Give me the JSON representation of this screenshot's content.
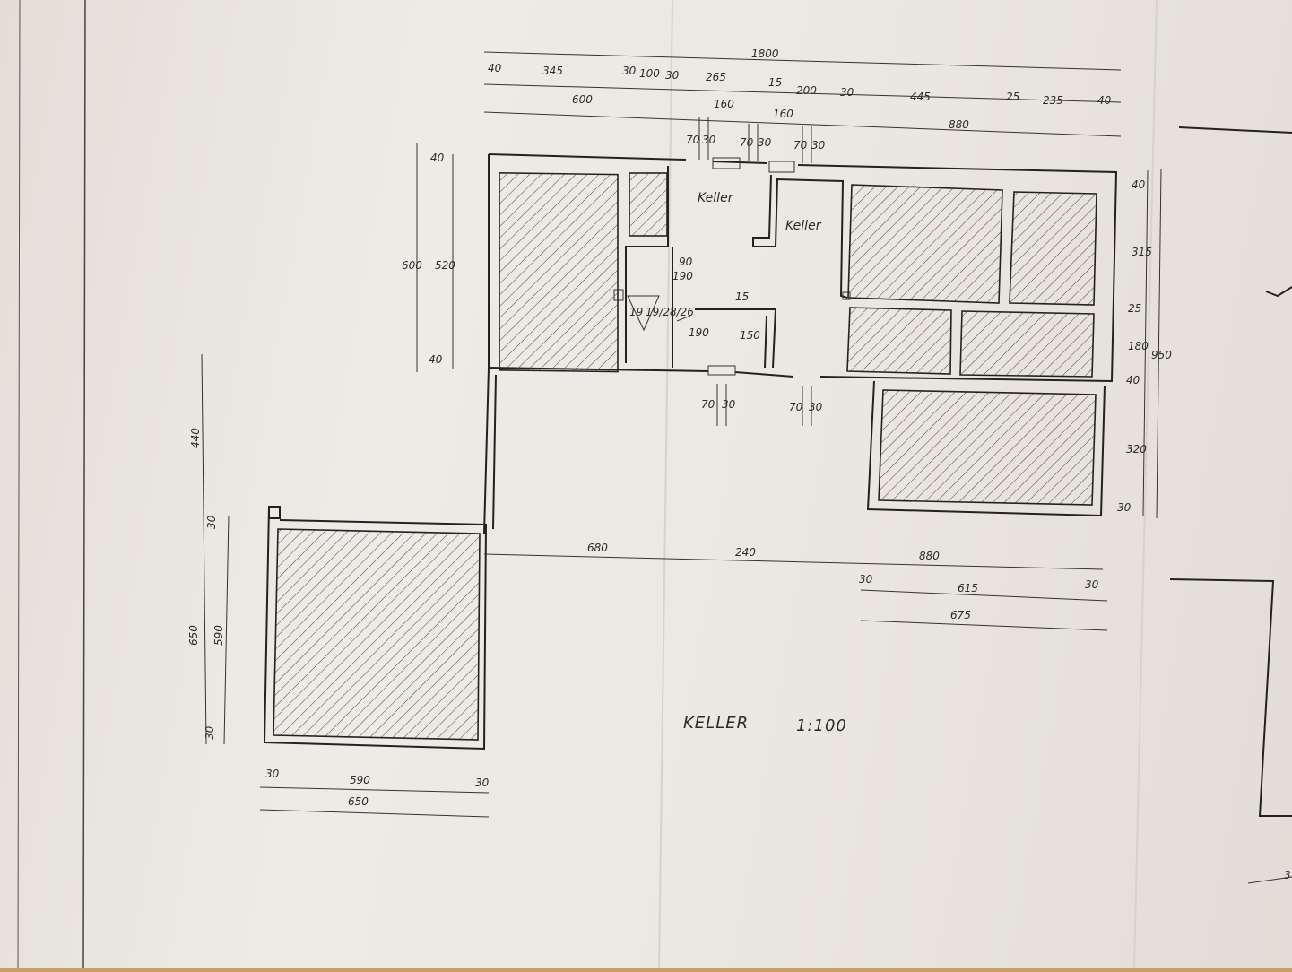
{
  "drawing": {
    "title": "KELLER",
    "scale": "1:100",
    "rooms": [
      "Keller",
      "Keller"
    ],
    "stair": {
      "steps": "19",
      "rise_run": "19/28/26"
    },
    "dims": {
      "top_total": "1800",
      "top_row1": [
        "40",
        "345",
        "30",
        "100",
        "30",
        "265",
        "15",
        "200",
        "30",
        "445",
        "25",
        "235",
        "40"
      ],
      "top_row2": [
        "600",
        "160",
        "160",
        "880"
      ],
      "window_top": [
        "70",
        "30",
        "70",
        "30",
        "70",
        "30"
      ],
      "window_bottom": [
        "70",
        "30",
        "70",
        "30"
      ],
      "left_block": [
        "600",
        "520",
        "40",
        "40"
      ],
      "right_side": [
        "40",
        "315",
        "25",
        "180",
        "40",
        "950",
        "320",
        "30"
      ],
      "inner": [
        "90",
        "190",
        "15",
        "190",
        "150"
      ],
      "mid_row": [
        "680",
        "240",
        "880"
      ],
      "mid_row2": [
        "30",
        "615",
        "30",
        "675"
      ],
      "garage_left": [
        "440",
        "30",
        "650",
        "590",
        "30"
      ],
      "garage_bottom": [
        "30",
        "590",
        "30",
        "650"
      ],
      "edge": "3"
    }
  }
}
